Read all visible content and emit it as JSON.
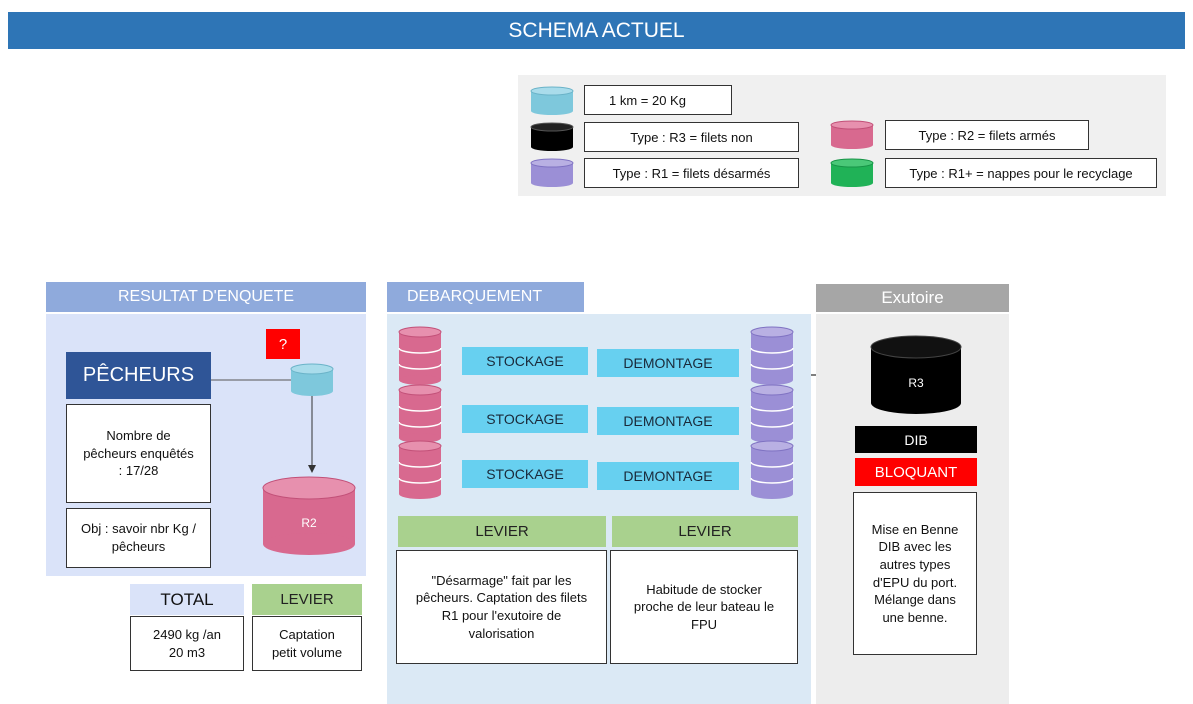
{
  "title": "SCHEMA ACTUEL",
  "legend": {
    "scale": "1  km = 20 Kg",
    "r3": "Type : R3 = filets non",
    "r2": "Type : R2 = filets armés",
    "r1": "Type : R1 = filets désarmés",
    "r1plus": "Type : R1+ = nappes pour le recyclage"
  },
  "colors": {
    "banner": "#2e75b6",
    "light_blue_cylinder": "#7ec8dc",
    "r3_black": "#000000",
    "r2_pink": "#d8698f",
    "r1_purple": "#9b8fd6",
    "r1plus_green": "#20b257",
    "alert_red": "#ff0000"
  },
  "enquete": {
    "header": "RESULTAT D'ENQUETE",
    "question_mark": "?",
    "pecheurs": "PÊCHEURS",
    "nombre": "Nombre de pêcheurs enquêtés  : 17/28",
    "obj": "Obj : savoir nbr Kg  / pêcheurs",
    "r2_label": "R2",
    "total_header": "TOTAL",
    "total_value": "2490 kg /an 20  m3",
    "levier_header": "LEVIER",
    "levier_value": "Captation petit volume"
  },
  "debarquement": {
    "header": "DEBARQUEMENT",
    "rows": [
      {
        "stockage": "STOCKAGE",
        "demontage": "DEMONTAGE"
      },
      {
        "stockage": "STOCKAGE",
        "demontage": "DEMONTAGE"
      },
      {
        "stockage": "STOCKAGE",
        "demontage": "DEMONTAGE"
      }
    ],
    "levier1_header": "LEVIER",
    "levier1_text": "\"Désarmage\" fait par les pêcheurs. Captation des filets R1 pour l'exutoire de valorisation",
    "levier2_header": "LEVIER",
    "levier2_text": "Habitude de stocker proche de leur bateau le FPU"
  },
  "exutoire": {
    "header": "Exutoire",
    "r3_label": "R3",
    "dib": "DIB",
    "bloquant": "BLOQUANT",
    "description": "Mise en Benne DIB avec les autres types d'EPU du port. Mélange dans une benne."
  }
}
